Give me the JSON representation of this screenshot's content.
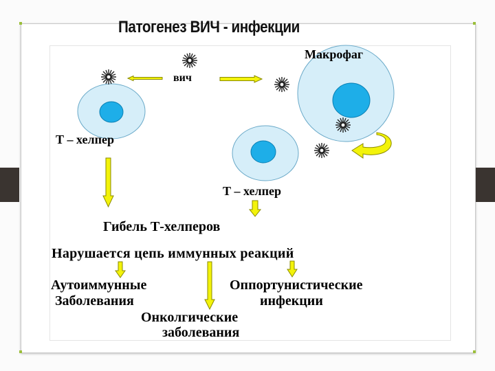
{
  "slide": {
    "title": "Патогенез ВИЧ - инфекции",
    "frame_accent_color": "#9bbf3a",
    "tab_color": "#3a3430"
  },
  "diagram": {
    "virus_label": "вич",
    "macrophage_label": "Макрофаг",
    "t_helper_label_1": "Т – хелпер",
    "t_helper_label_2": "Т – хелпер",
    "death_label": "Гибель  Т-хелперов",
    "chain_label": "Нарушается  цепь иммунных реакций",
    "autoimmune_line1": "Аутоиммунные",
    "autoimmune_line2": "Заболевания",
    "opportunistic_line1": "Оппортунистические",
    "opportunistic_line2": "инфекции",
    "oncologic_line1": "Онколгические",
    "oncologic_line2": "заболевания",
    "cell_outer_color": "#d6eef9",
    "cell_nucleus_color": "#1eaee8",
    "arrow_fill_color": "#f3f30a",
    "arrow_stroke_color": "#8a8a00"
  }
}
